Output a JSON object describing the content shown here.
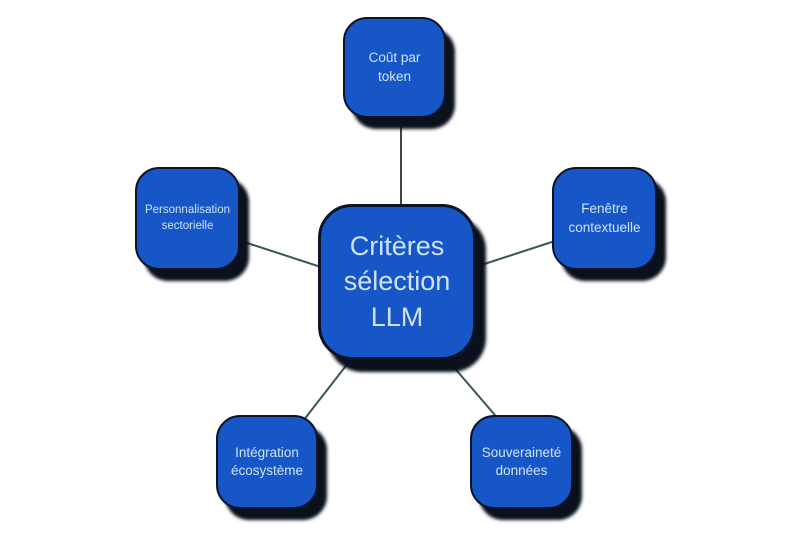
{
  "diagram": {
    "type": "mind-map",
    "center": {
      "label": "Critères sélection LLM"
    },
    "branches": [
      {
        "id": "cout-par-token",
        "label": "Coût par token",
        "position": "top"
      },
      {
        "id": "fenetre-contextuelle",
        "label": "Fenêtre contextuelle",
        "position": "right"
      },
      {
        "id": "souverainete-donnees",
        "label": "Souveraineté données",
        "position": "bottom-right"
      },
      {
        "id": "integration-ecosysteme",
        "label": "Intégration écosystème",
        "position": "bottom-left"
      },
      {
        "id": "personnalisation-sectorielle",
        "label": "Personnalisation sectorielle",
        "position": "left"
      }
    ]
  },
  "colors": {
    "node-fill": "#1656c6",
    "node-border": "#0c1526",
    "node-text": "#cfe2f7",
    "shadow": "#0a101c",
    "bg": "#ffffff",
    "connector-dark": "#3e4448",
    "connector-teal": "#39584e"
  }
}
